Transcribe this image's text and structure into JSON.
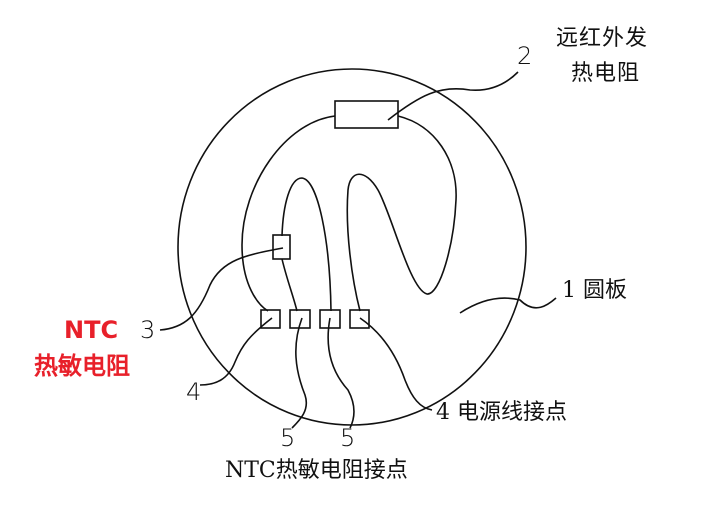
{
  "labels": {
    "far_infrared_line1": "远红外发",
    "far_infrared_line2": "热电阻",
    "num_2": "2",
    "plate": "1 圆板",
    "num_3": "3",
    "ntc_red_line1": "NTC",
    "ntc_red_line2": "热敏电阻",
    "num_4_left": "4",
    "num_5_left": "5",
    "num_5_right": "5",
    "power_contact": "4 电源线接点",
    "ntc_contact": "NTC热敏电阻接点"
  },
  "colors": {
    "line": "#111111",
    "highlight": "#e8202a"
  }
}
